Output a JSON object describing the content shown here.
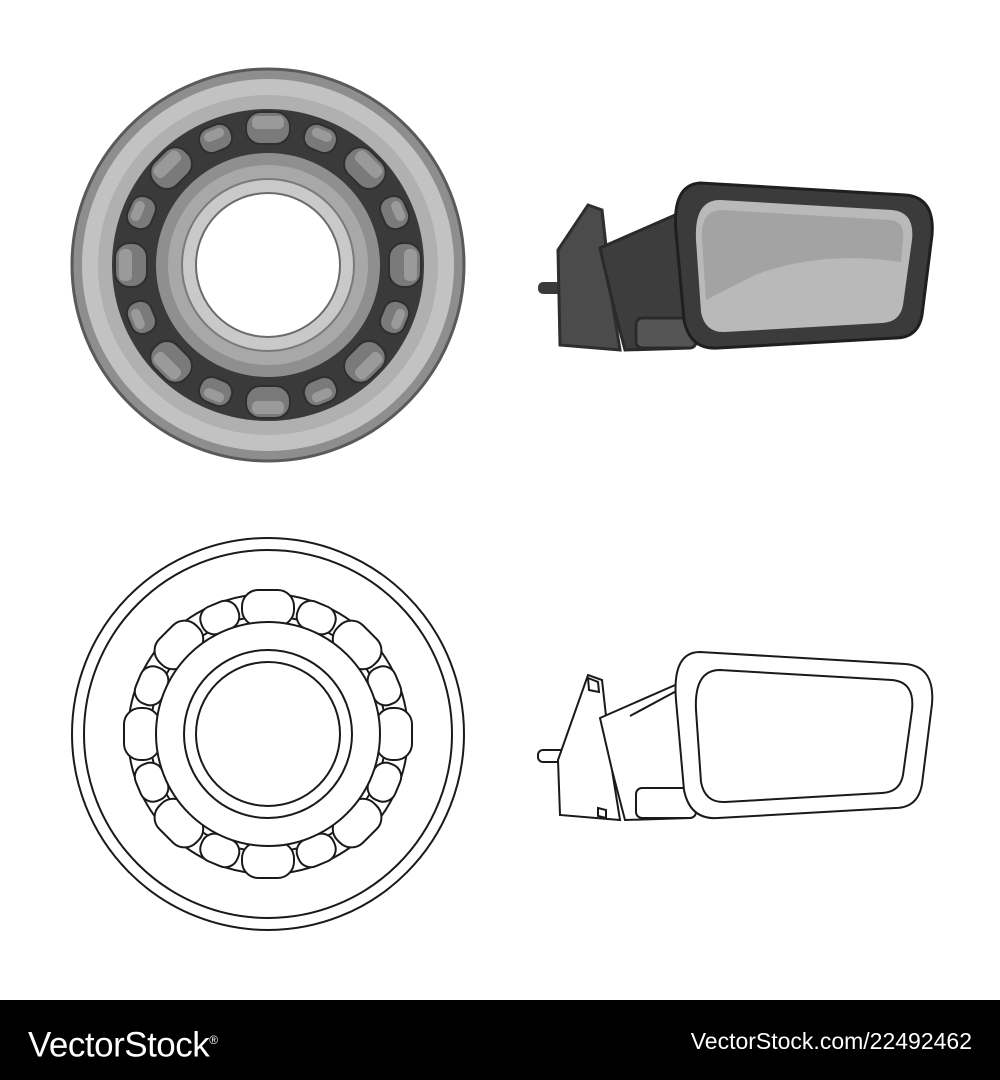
{
  "illustrations": [
    {
      "name": "ball bearing",
      "style": "flat gray"
    },
    {
      "name": "car side mirror",
      "style": "flat gray"
    },
    {
      "name": "ball bearing",
      "style": "outline"
    },
    {
      "name": "car side mirror",
      "style": "outline"
    }
  ],
  "colors": {
    "background": "#ffffff",
    "outer_ring": "#a3a3a3",
    "outer_ring_light": "#c4c4c4",
    "dark": "#3a3a3a",
    "mirror_body": "#4b4b4b",
    "mirror_glass": "#b9b9b9",
    "outline": "#1a1a1a",
    "footer_bg": "#000000",
    "footer_text": "#ffffff"
  },
  "footer": {
    "brand": "VectorStock",
    "registered_mark": "®",
    "stock_id": "VectorStock.com/22492462"
  }
}
